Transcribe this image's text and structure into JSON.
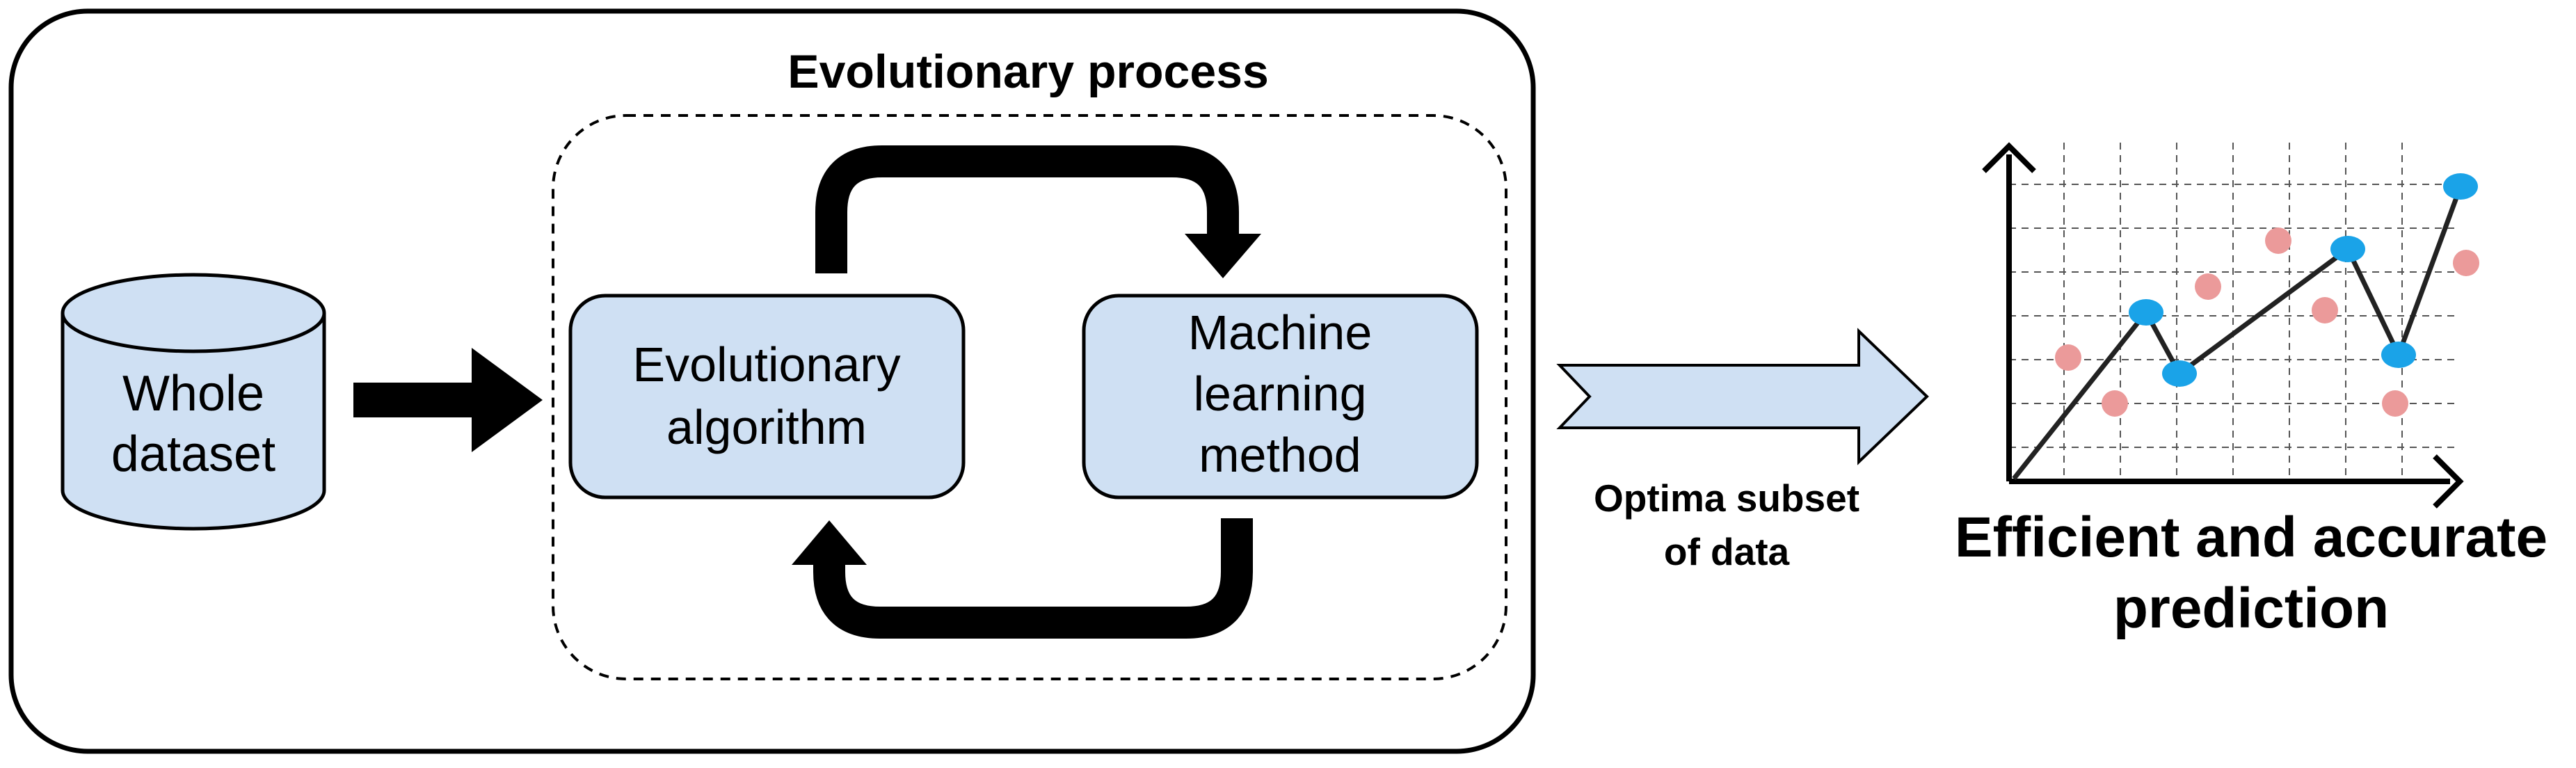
{
  "process": {
    "title": "Evolutionary process"
  },
  "dataset": {
    "label_line1": "Whole",
    "label_line2": "dataset"
  },
  "evolutionary_algorithm": {
    "label_line1": "Evolutionary",
    "label_line2": "algorithm"
  },
  "ml_method": {
    "label_line1": "Machine",
    "label_line2": "learning",
    "label_line3": "method"
  },
  "output_arrow": {
    "label_line1": "Optima subset",
    "label_line2": "of data"
  },
  "prediction": {
    "label_line1": "Efficient and accurate",
    "label_line2": "prediction"
  },
  "colors": {
    "box_fill": "#cfe0f3",
    "selected_points": "#1aa3e8",
    "other_points": "#eb9a9a",
    "line": "#222222"
  },
  "icons": [
    "database-cylinder-icon",
    "line-chart-icon"
  ]
}
